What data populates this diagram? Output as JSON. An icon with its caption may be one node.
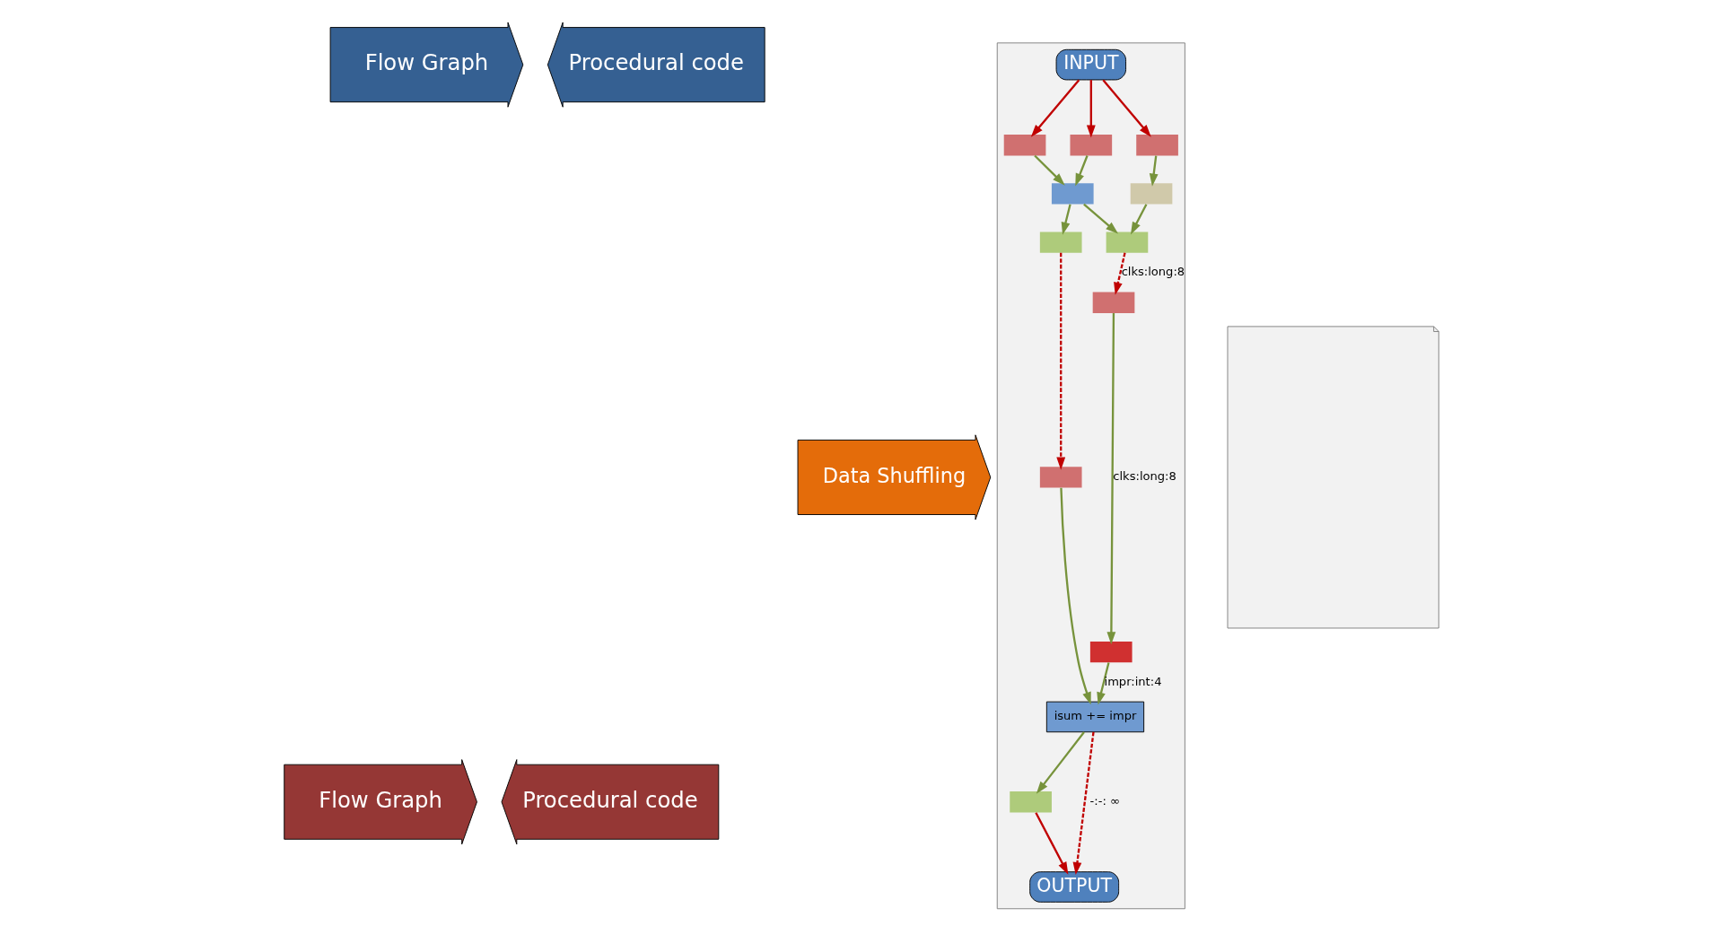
{
  "diagram": {
    "nodes": [
      {
        "text": [
          "Flow Graph"
        ]
      },
      {
        "text": [
          "Procedural code"
        ]
      },
      {
        "text": [
          "Data Shuffling"
        ]
      },
      {
        "text": [
          "Flow Graph"
        ]
      },
      {
        "text": [
          "Procedural code"
        ]
      },
      {
        "text": [],
        "shape": "box"
      },
      {
        "text": [
          "INPUT"
        ],
        "in": 5
      },
      {
        "text": [],
        "shape": "box",
        "in": 5
      },
      {
        "text": [],
        "shape": "box",
        "in": 5
      },
      {
        "text": [],
        "shape": "box",
        "in": 5
      },
      {
        "text": [],
        "shape": "box",
        "in": 5
      },
      {
        "text": [],
        "shape": "box",
        "in": 5
      },
      {
        "text": [],
        "shape": "box",
        "in": 5
      },
      {
        "text": [],
        "shape": "box",
        "in": 5
      },
      {
        "text": [],
        "shape": "box",
        "in": 5
      },
      {
        "text": [],
        "shape": "box",
        "in": 5
      },
      {
        "text": [
          "isum += impr"
        ],
        "in": 5
      },
      {
        "text": [],
        "shape": "box",
        "in": 5
      },
      {
        "text": [],
        "shape": "box",
        "in": 5
      },
      {
        "text": [
          "OUTPUT"
        ],
        "in": 5
      },
      {
        "text": [],
        "shape": "box"
      }
    ],
    "edges": [
      {
        "from": 6,
        "to": 7,
        "arrow": "to",
        "color": "#c00000"
      },
      {
        "from": 6,
        "to": 8,
        "arrow": "to",
        "color": "#c00000"
      },
      {
        "from": 6,
        "to": 9,
        "arrow": "to",
        "color": "#c00000"
      },
      {
        "from": 7,
        "to": 11,
        "arrow": "to"
      },
      {
        "from": 8,
        "to": 11,
        "arrow": "to"
      },
      {
        "from": 9,
        "to": 10,
        "arrow": "to"
      },
      {
        "from": 10,
        "to": 13,
        "arrow": "to"
      },
      {
        "from": 11,
        "to": 13,
        "arrow": "to"
      },
      {
        "from": 11,
        "to": 12,
        "arrow": "to"
      },
      {
        "from": 12,
        "to": 14,
        "arrow": "to",
        "style": "dashed",
        "color": "#c00000"
      },
      {
        "from": 13,
        "to": 15,
        "arrow": "to",
        "label": "clks:long:8",
        "style": "dashed",
        "color": "#c00000"
      },
      {
        "from": 14,
        "to": 16,
        "arrow": "to"
      },
      {
        "from": 15,
        "to": 17,
        "arrow": "to",
        "label": "clks:long:8"
      },
      {
        "from": 17,
        "to": 16,
        "arrow": "to",
        "label": "impr:int:4"
      },
      {
        "from": 16,
        "to": 18,
        "arrow": "to"
      },
      {
        "from": 18,
        "to": 19,
        "arrow": "to",
        "color": "#c00000"
      },
      {
        "from": 16,
        "to": 19,
        "arrow": "to",
        "label": "-:-: ∞",
        "style": "dashed",
        "color": "#c00000"
      }
    ]
  }
}
